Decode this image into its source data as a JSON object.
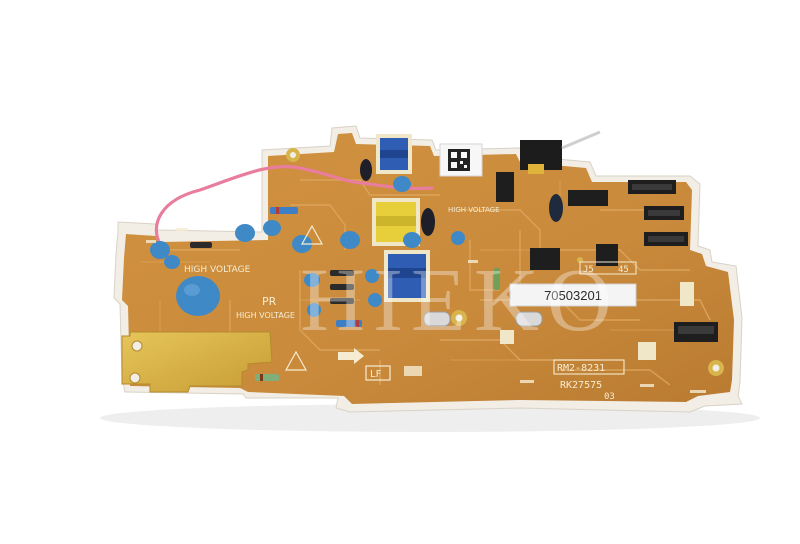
{
  "image": {
    "subject": "printer high-voltage power supply circuit board",
    "colors": {
      "background": "#ffffff",
      "board_edge": "#f2eee6",
      "pcb": "#c98a3c",
      "pcb_dark": "#b7772c",
      "trace": "#e3aa63",
      "silkscreen": "#f6ecd2",
      "capacitor_blue": "#3f89c6",
      "wire_pink": "#e87d9d",
      "transformer_blue": "#2f5db3",
      "transformer_yellow": "#e6cf3a",
      "copper_pad": "#d9b44a"
    }
  },
  "board_text": {
    "high_voltage_left": "HIGH VOLTAGE",
    "pr": "PR",
    "high_voltage_center": "HIGH VOLTAGE",
    "high_voltage_right": "HIGH VOLTAGE",
    "lf": "LF",
    "part_number": "RM2-8231",
    "rev_code": "RK27575",
    "rev_num": "03",
    "sticker_number": "70503201",
    "connector_ref": "J5",
    "connector_num": "45"
  },
  "watermark": {
    "text": "HIEKO"
  }
}
